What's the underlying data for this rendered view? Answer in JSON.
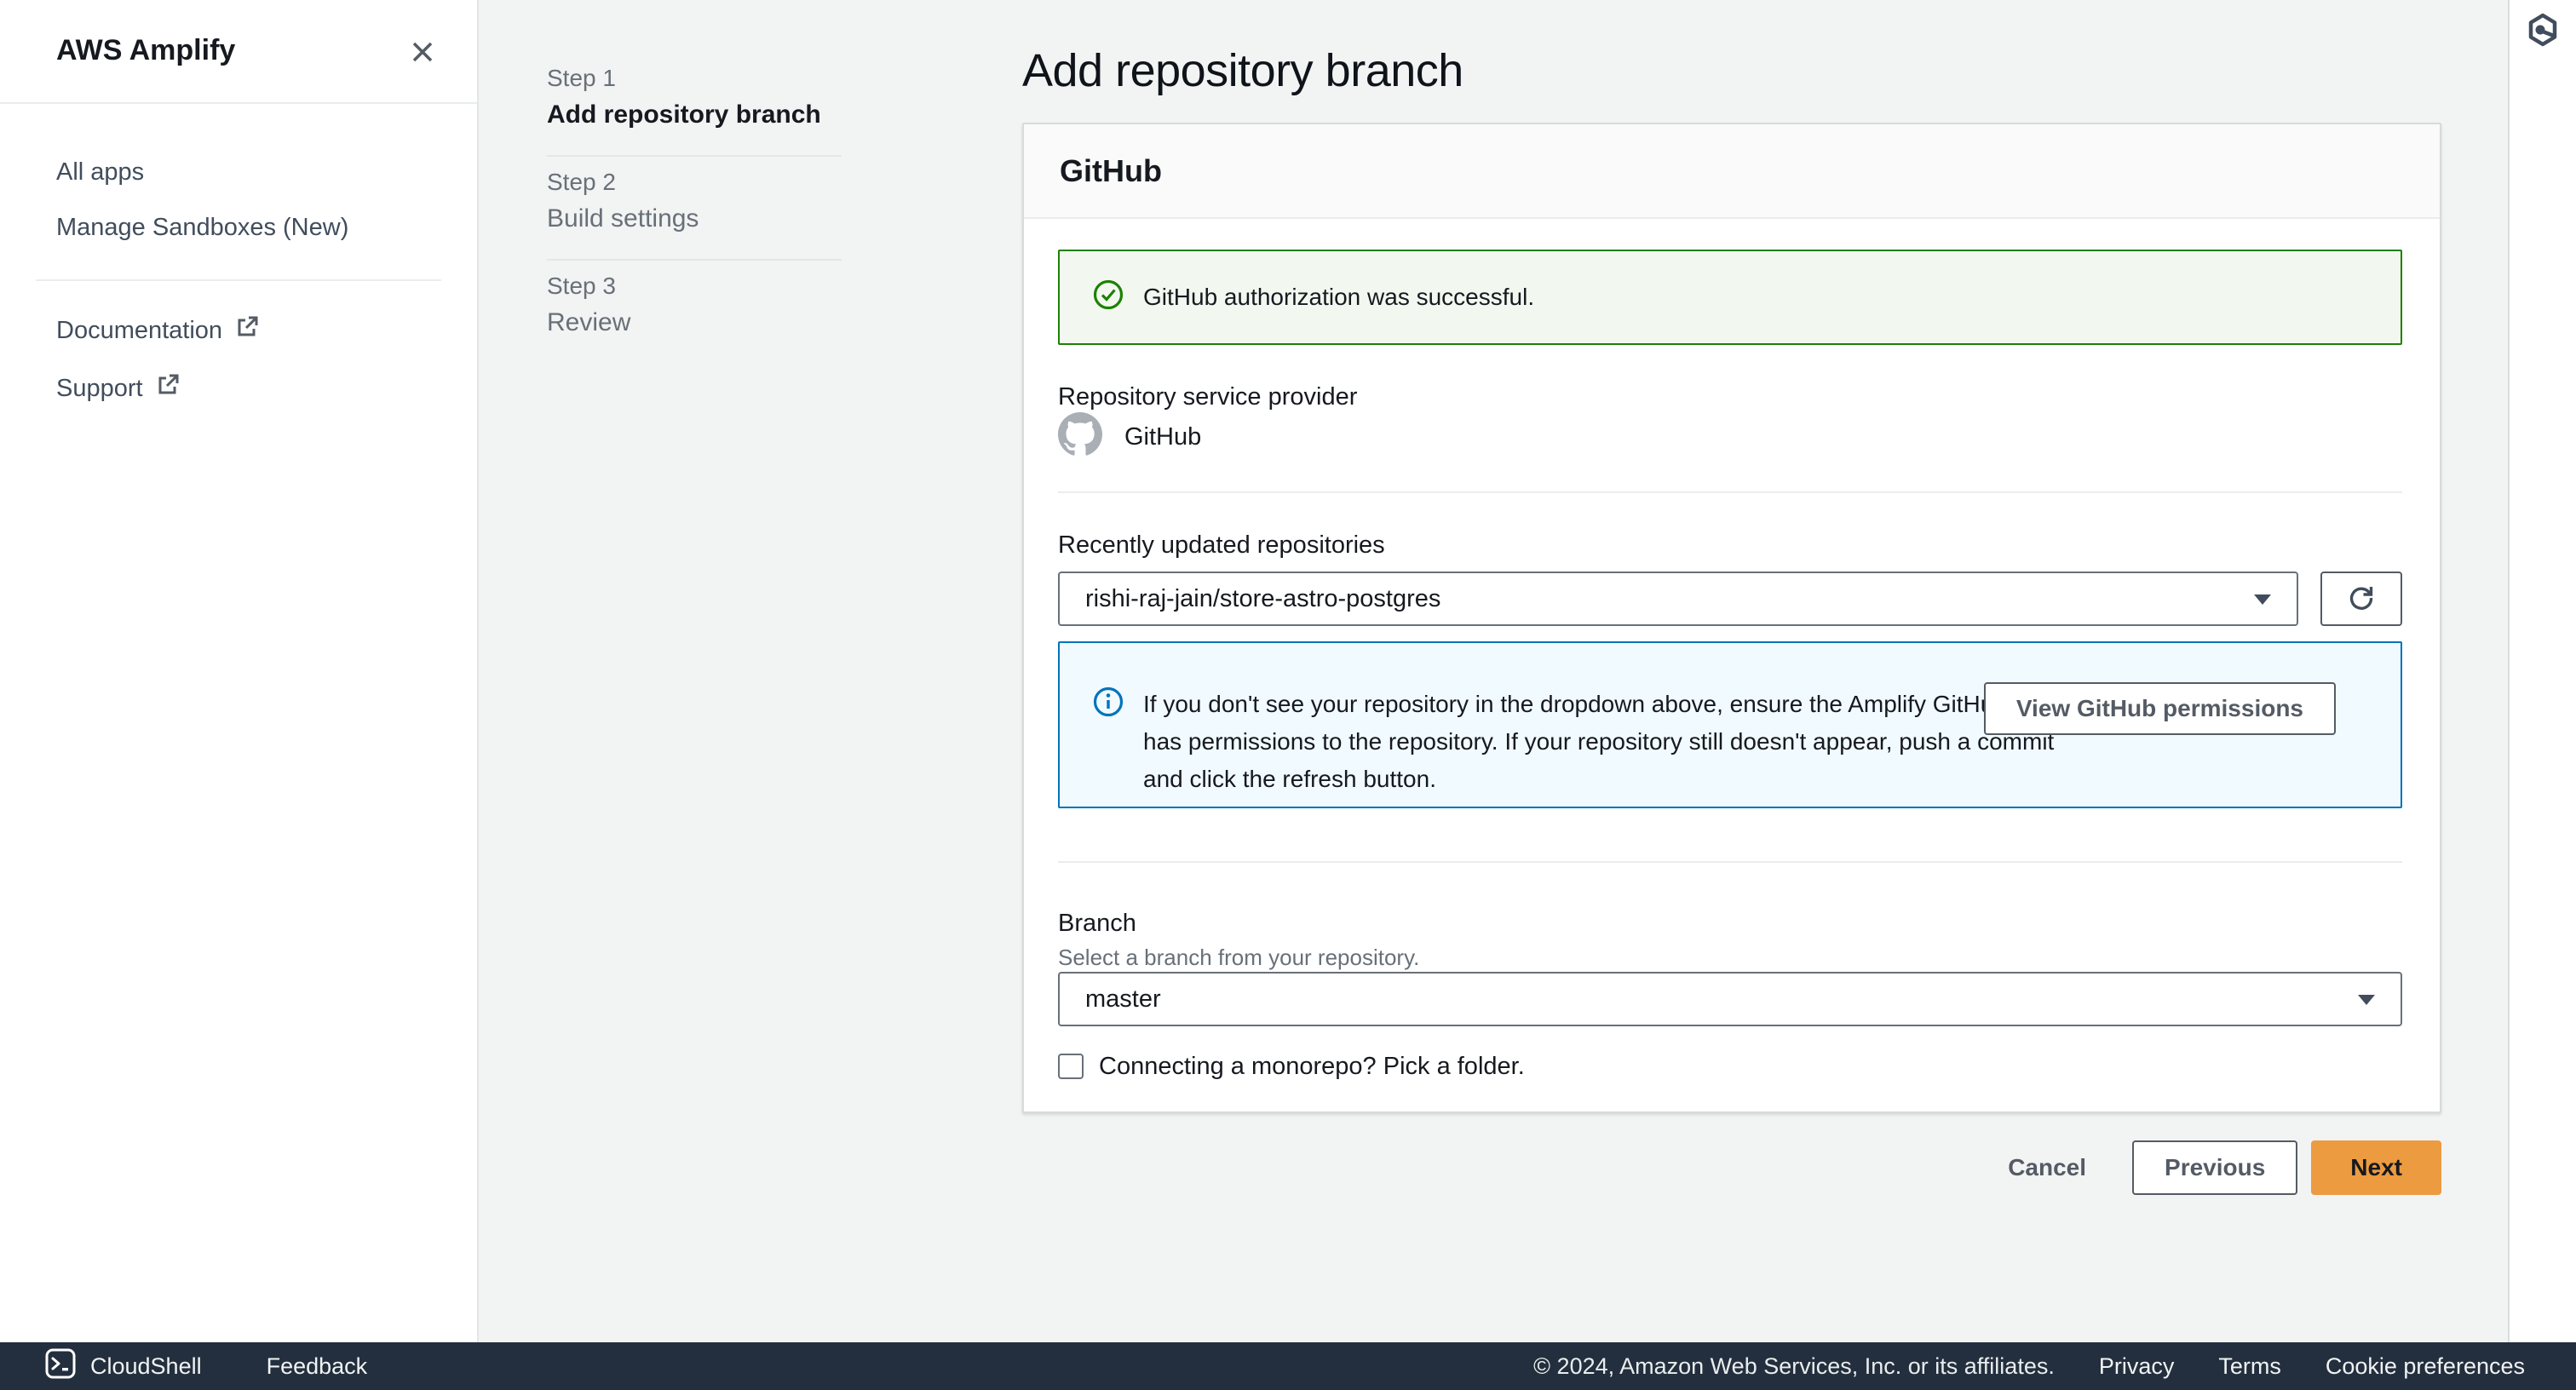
{
  "colors": {
    "accent_orange": "#ec9b40",
    "success_green": "#1d8102",
    "info_blue": "#0073bb",
    "footer_bg": "#232f3e"
  },
  "sidebar": {
    "title": "AWS Amplify",
    "items": [
      {
        "label": "All apps"
      },
      {
        "label": "Manage Sandboxes (New)"
      }
    ],
    "links": [
      {
        "label": "Documentation"
      },
      {
        "label": "Support"
      }
    ]
  },
  "steps": [
    {
      "step": "Step 1",
      "label": "Add repository branch"
    },
    {
      "step": "Step 2",
      "label": "Build settings"
    },
    {
      "step": "Step 3",
      "label": "Review"
    }
  ],
  "page": {
    "title": "Add repository branch"
  },
  "github_card": {
    "title": "GitHub",
    "success_message": "GitHub authorization was successful.",
    "provider_label": "Repository service provider",
    "provider_value": "GitHub",
    "repositories_label": "Recently updated repositories",
    "repository_selected": "rishi-raj-jain/store-astro-postgres",
    "info_message": "If you don't see your repository in the dropdown above, ensure the Amplify GitHub App has permissions to the repository. If your repository still doesn't appear, push a commit and click the refresh button.",
    "permissions_button": "View GitHub permissions",
    "branch_label": "Branch",
    "branch_description": "Select a branch from your repository.",
    "branch_selected": "master",
    "monorepo_checkbox_label": "Connecting a monorepo? Pick a folder.",
    "monorepo_checked": false
  },
  "actions": {
    "cancel": "Cancel",
    "previous": "Previous",
    "next": "Next"
  },
  "footer": {
    "cloudshell": "CloudShell",
    "feedback": "Feedback",
    "copyright": "© 2024, Amazon Web Services, Inc. or its affiliates.",
    "links": [
      {
        "label": "Privacy"
      },
      {
        "label": "Terms"
      },
      {
        "label": "Cookie preferences"
      }
    ]
  }
}
